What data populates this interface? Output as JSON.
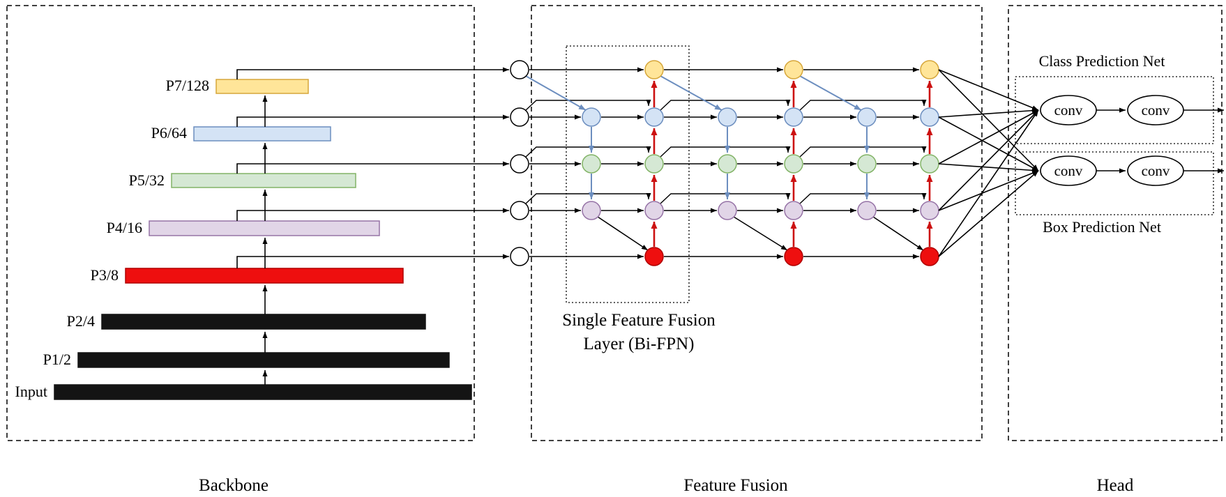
{
  "colors": {
    "p7_fill": "#ffe599",
    "p7_stroke": "#d6a63a",
    "p6_fill": "#d4e3f5",
    "p6_stroke": "#6c8ebf",
    "p5_fill": "#d5e8d4",
    "p5_stroke": "#82b366",
    "p4_fill": "#e1d5e7",
    "p4_stroke": "#9673a6",
    "p3_fill": "#ee0f0f",
    "p3_stroke": "#b00000",
    "backbone_dark_bar": "#141414",
    "input_node_fill": "#ffffff",
    "top_down_arrow": "#6c8ebf",
    "bottom_up_arrow": "#cc1111",
    "edge_color": "#000000"
  },
  "backbone": {
    "section_label": "Backbone",
    "bars": [
      {
        "label": "P7/128"
      },
      {
        "label": "P6/64"
      },
      {
        "label": "P5/32"
      },
      {
        "label": "P4/16"
      },
      {
        "label": "P3/8"
      },
      {
        "label": "P2/4"
      },
      {
        "label": "P1/2"
      },
      {
        "label": "Input"
      }
    ]
  },
  "fusion": {
    "section_label": "Feature Fusion",
    "inner_box_label_line1": "Single Feature Fusion",
    "inner_box_label_line2": "Layer (Bi-FPN)",
    "levels": [
      "P7",
      "P6",
      "P5",
      "P4",
      "P3"
    ],
    "num_fusion_layers": 3
  },
  "head": {
    "section_label": "Head",
    "class_net_label": "Class Prediction Net",
    "box_net_label": "Box Prediction Net",
    "conv_label": "conv"
  }
}
